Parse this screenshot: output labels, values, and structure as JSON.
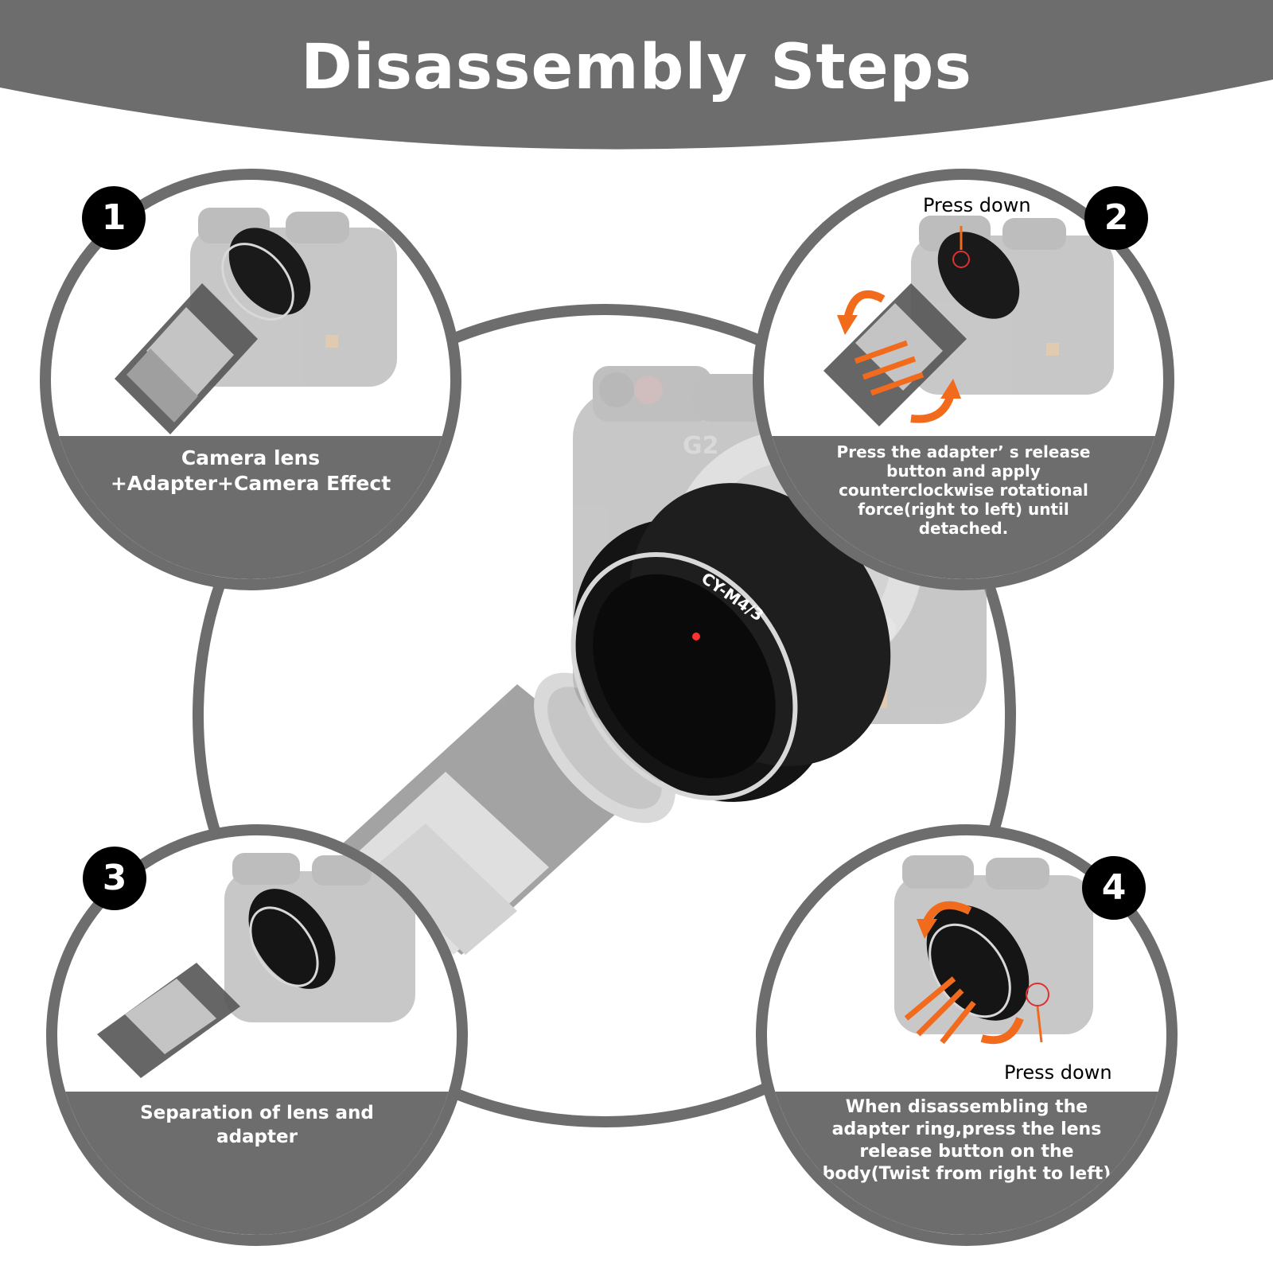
{
  "title": "Disassembly Steps",
  "adapter_engraving": "CY-M4/3",
  "camera_model": "G2",
  "steps": [
    {
      "number": "1",
      "caption": "Camera lens +Adapter+Camera Effect"
    },
    {
      "number": "2",
      "caption": "Press the adapter’ s release button and apply counterclockwise rotational force(right to left) until detached.",
      "annotation": "Press down"
    },
    {
      "number": "3",
      "caption": "Separation of lens and adapter"
    },
    {
      "number": "4",
      "caption": "When disassembling the adapter ring,press the lens release button on the body(Twist from right to left)",
      "annotation": "Press down"
    }
  ],
  "colors": {
    "frame_gray": "#6d6d6d",
    "arrow_orange": "#f26b1d",
    "badge_black": "#000000"
  },
  "icons": [
    "rotate-arrow-icon",
    "pull-arrow-icon",
    "press-indicator-icon"
  ]
}
